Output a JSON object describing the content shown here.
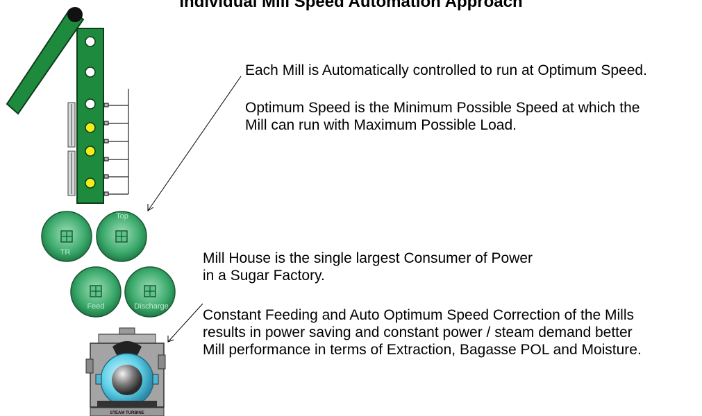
{
  "title": "Individual Mill Speed Automation Approach",
  "notes": {
    "line1": "Each Mill is Automatically controlled to run at Optimum Speed.",
    "line2a": "Optimum Speed is the Minimum Possible Speed at which the",
    "line2b": "Mill can run with Maximum Possible Load.",
    "line3a": "Mill House is the single largest Consumer of Power",
    "line3b": "in a Sugar Factory.",
    "line4a": "Constant Feeding and Auto Optimum Speed Correction of the Mills",
    "line4b": "results in power saving and constant power / steam demand better",
    "line4c": "Mill performance in terms of Extraction, Bagasse POL and Moisture."
  },
  "rollers": {
    "top": "Top",
    "tr": "TR",
    "feed": "Feed",
    "discharge": "Discharge"
  },
  "turbine_label": "STEAM TURBINE",
  "colors": {
    "chute_green": "#1e8a3e",
    "roller_green": "#3aa86a",
    "dot_yellow": "#f2ee1a",
    "turbine_blue": "#5fd0e8",
    "turbine_gray": "#9a9a9a"
  }
}
